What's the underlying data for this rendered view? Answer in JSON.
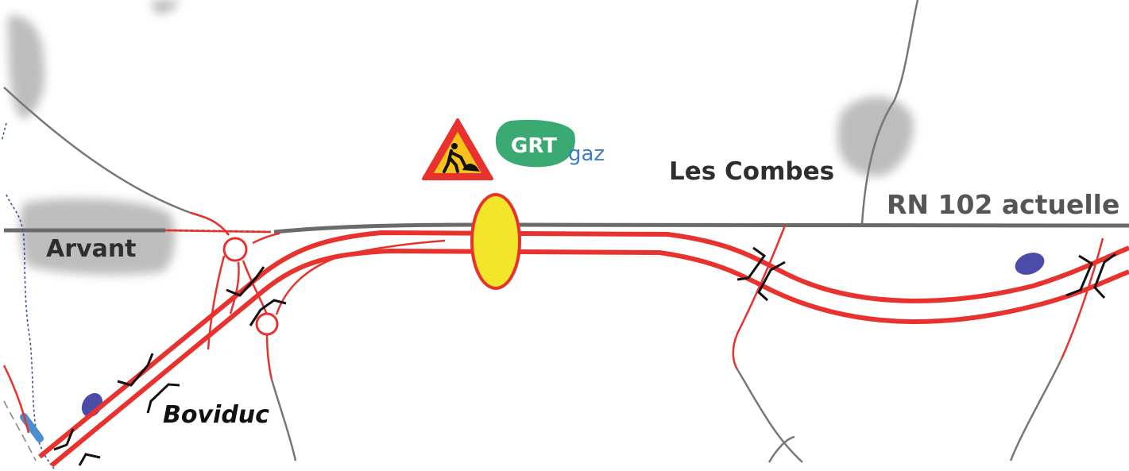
{
  "labels": {
    "les_combes": "Les Combes",
    "rn102": "RN 102 actuelle",
    "arvant": "Arvant",
    "boviduc": "Boviduc"
  },
  "logo": {
    "grt": "GRT",
    "gaz": "gaz"
  },
  "icons": {
    "roadworks": "roadworks-warning-icon",
    "worksite": "worksite-ellipse-marker"
  },
  "colors": {
    "road_red": "#e8322e",
    "existing_road": "#6b6b6b",
    "local_road": "#777777",
    "urban_area": "#bdbdbd",
    "worksite_fill": "#f2e62a",
    "water": "#4b4ba8",
    "grt_green": "#3aaa72",
    "grt_blue": "#3a7fc2"
  }
}
